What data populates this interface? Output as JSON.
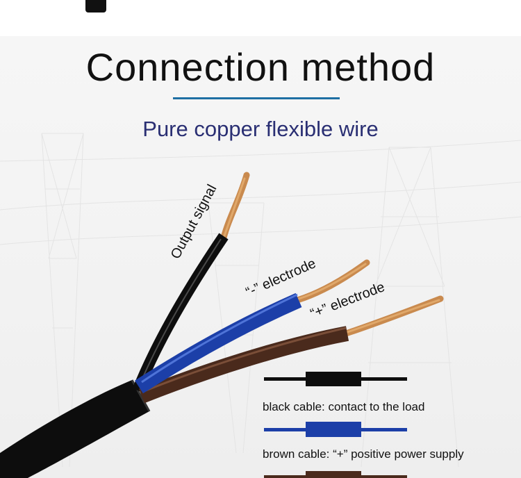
{
  "header": {
    "title": "Connection method",
    "subtitle": "Pure copper flexible wire"
  },
  "wire_labels": {
    "output": "Output signal",
    "negative": "“-” electrode",
    "positive": "“+” electrode"
  },
  "legend": {
    "black": "black cable: contact to the load",
    "brown": "brown cable: “+” positive power supply"
  },
  "colors": {
    "title": "#111111",
    "subtitle": "#2a2f73",
    "accent_rule": "#1e6fa3",
    "black_wire": "#0e0e0e",
    "blue_wire": "#1c3fa8",
    "brown_wire": "#4a2a1c",
    "copper": "#c98a4e"
  }
}
